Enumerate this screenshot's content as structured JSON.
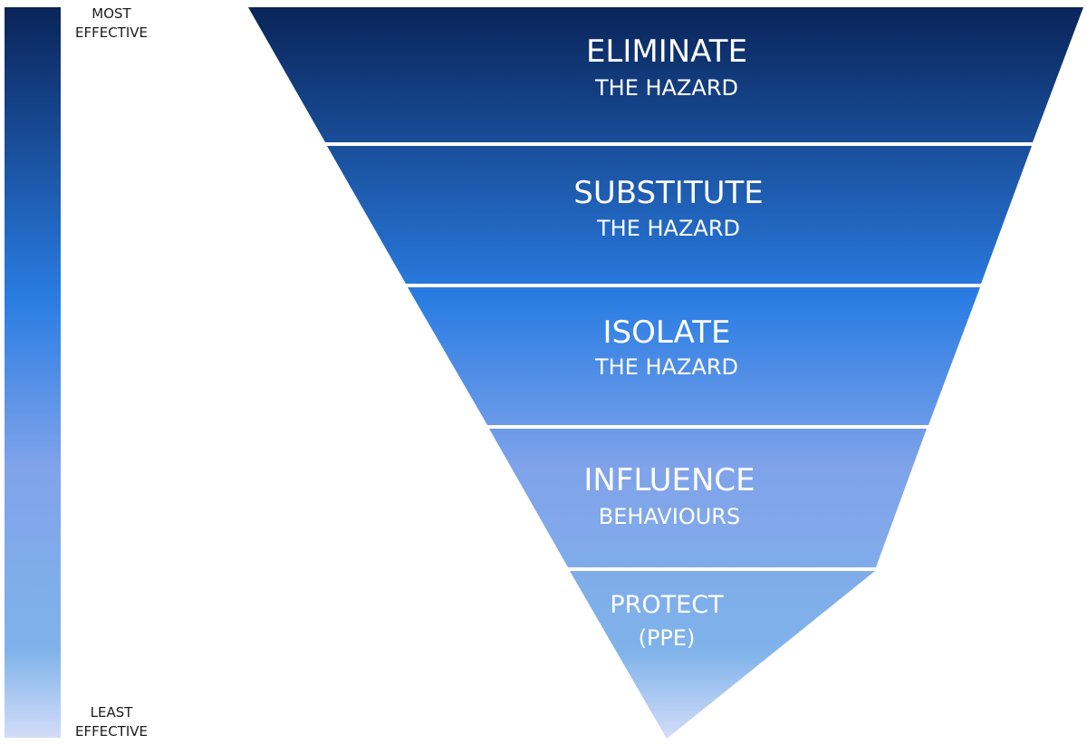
{
  "scale": {
    "top_label_line1": "MOST",
    "top_label_line2": "EFFECTIVE",
    "bottom_label_line1": "LEAST",
    "bottom_label_line2": "EFFECTIVE"
  },
  "tiers": [
    {
      "title": "ELIMINATE",
      "subtitle": "THE HAZARD"
    },
    {
      "title": "SUBSTITUTE",
      "subtitle": "THE HAZARD"
    },
    {
      "title": "ISOLATE",
      "subtitle": "THE HAZARD"
    },
    {
      "title": "INFLUENCE",
      "subtitle": "BEHAVIOURS"
    },
    {
      "title": "PROTECT",
      "subtitle": "(PPE)"
    }
  ],
  "colors": {
    "navy": "#0a2459",
    "blue": "#2a7de3",
    "periwinkle": "#80a3ea",
    "sky": "#7fb3ea",
    "pale": "#d3dcf8",
    "separator": "#ffffff"
  }
}
